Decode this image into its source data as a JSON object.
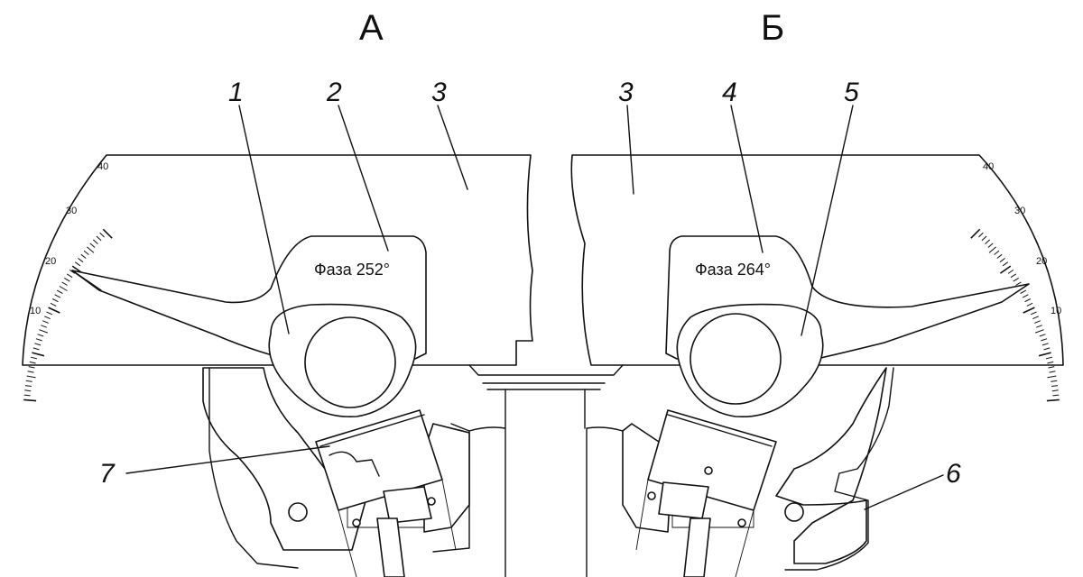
{
  "views": {
    "left": "А",
    "right": "Б"
  },
  "callouts": [
    "1",
    "2",
    "3",
    "3",
    "4",
    "5",
    "6",
    "7"
  ],
  "phase_left": "Фаза 252°",
  "phase_right": "Фаза 264°",
  "scale_left": [
    "40",
    "30",
    "20",
    "10"
  ],
  "scale_right": [
    "40",
    "30",
    "20",
    "10"
  ]
}
